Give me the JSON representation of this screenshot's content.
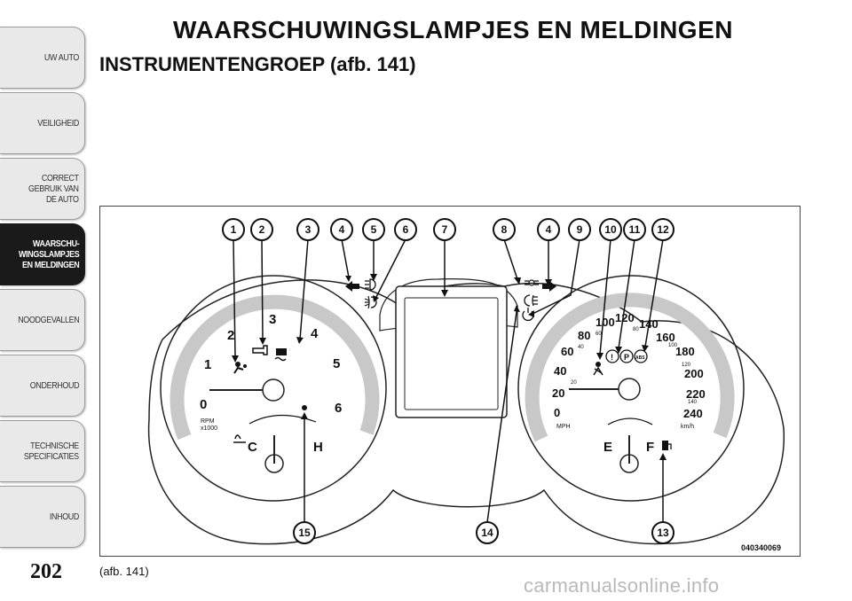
{
  "page": {
    "title": "WAARSCHUWINGSLAMPJES EN MELDINGEN",
    "subtitle": "INSTRUMENTENGROEP (afb.  141)",
    "page_number": "202",
    "caption": "(afb. 141)",
    "watermark": "carmanualsonline.info"
  },
  "sidebar": {
    "items": [
      {
        "label": "UW AUTO",
        "active": false
      },
      {
        "label": "VEILIGHEID",
        "active": false
      },
      {
        "label": "CORRECT\nGEBRUIK VAN\nDE AUTO",
        "active": false
      },
      {
        "label": "WAARSCHU-\nWINGSLAMPJES\nEN MELDINGEN",
        "active": true
      },
      {
        "label": "NOODGEVALLEN",
        "active": false
      },
      {
        "label": "ONDERHOUD",
        "active": false
      },
      {
        "label": "TECHNISCHE\nSPECIFICATIES",
        "active": false
      },
      {
        "label": "INHOUD",
        "active": false
      }
    ]
  },
  "figure": {
    "code": "040340069",
    "callouts_top": [
      "1",
      "2",
      "3",
      "4",
      "5",
      "6",
      "7",
      "8",
      "4",
      "9",
      "10",
      "11",
      "12"
    ],
    "callouts_bottom": [
      "15",
      "14",
      "13"
    ],
    "tachometer": {
      "numbers": [
        "0",
        "1",
        "2",
        "3",
        "4",
        "5",
        "6"
      ],
      "unit_line1": "RPM",
      "unit_line2": "x1000",
      "temp_cold": "C",
      "temp_hot": "H"
    },
    "speedometer": {
      "mph_numbers": [
        "0",
        "20",
        "40",
        "60",
        "80",
        "100",
        "120",
        "140",
        "160",
        "180",
        "200",
        "220",
        "240"
      ],
      "kmh_numbers": [
        "20",
        "40",
        "60",
        "80",
        "100",
        "120",
        "140"
      ],
      "unit_mph": "MPH",
      "unit_kmh": "km/h",
      "fuel_empty": "E",
      "fuel_full": "F",
      "brake_symbol": "!",
      "park_symbol": "P",
      "abs_symbol": "ABS"
    }
  }
}
